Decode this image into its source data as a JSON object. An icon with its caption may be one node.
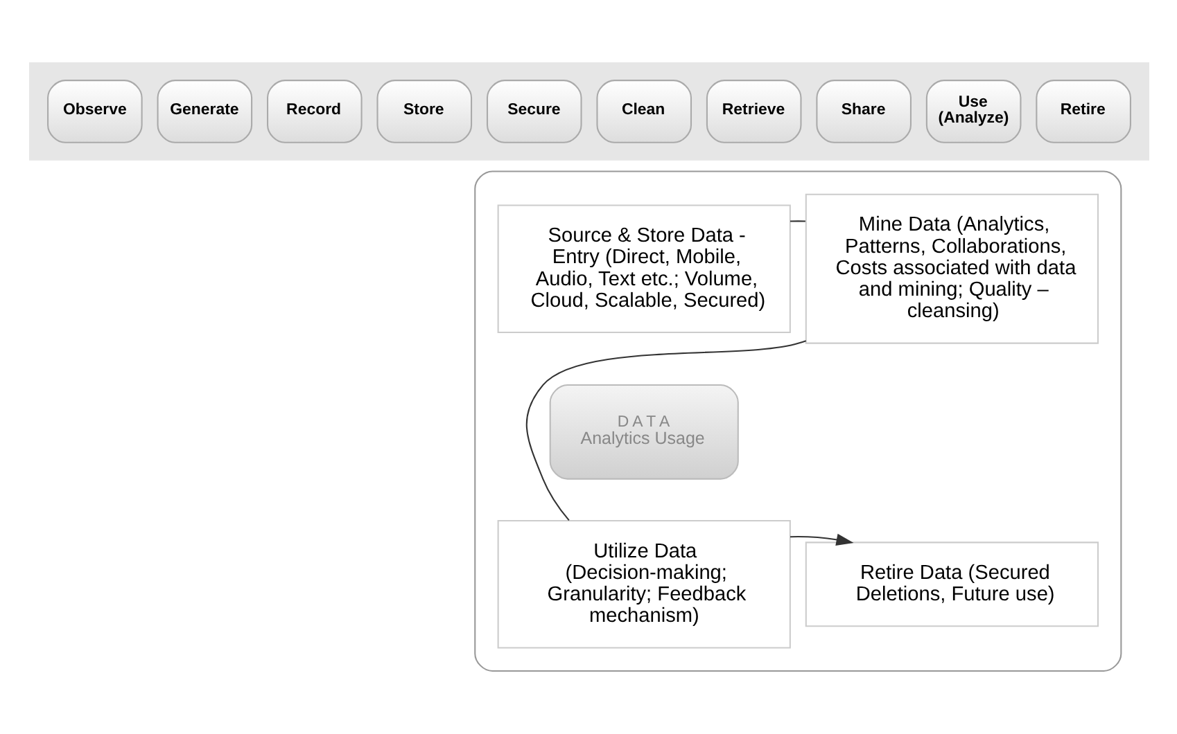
{
  "diagram": {
    "nodes": [
      {
        "text": [],
        "shape": "arrow"
      },
      {
        "text": [
          "Observe"
        ],
        "in": 0
      },
      {
        "text": [
          "Generate"
        ],
        "in": 0
      },
      {
        "text": [
          "Record"
        ],
        "in": 0
      },
      {
        "text": [
          "Store"
        ],
        "in": 0
      },
      {
        "text": [
          "Secure"
        ],
        "in": 0
      },
      {
        "text": [
          "Clean"
        ],
        "in": 0
      },
      {
        "text": [
          "Retrieve"
        ],
        "in": 0
      },
      {
        "text": [
          "Share"
        ],
        "in": 0
      },
      {
        "text": [
          "Use (Analyze)"
        ],
        "in": 0
      },
      {
        "text": [
          "Retire"
        ],
        "in": 0
      },
      {
        "text": [],
        "shape": "box"
      },
      {
        "text": [
          "Source & Store Data - Entry (Direct, Mobile, Audio, Text etc.; Volume, Cloud, Scalable, Secured)"
        ],
        "in": 11
      },
      {
        "text": [
          "Mine Data (Analytics, Patterns, Collaborations, Costs associated with data and mining; Quality – cleansing)"
        ],
        "in": 11
      },
      {
        "text": [
          "D A T A",
          "Analytics Usage"
        ],
        "in": 11
      },
      {
        "text": [
          "Utilize Data (Decision-making; Granularity; Feedback mechanism)"
        ],
        "in": 11
      },
      {
        "text": [
          "Retire Data (Secured Deletions, Future use)"
        ],
        "in": 11
      }
    ],
    "edges": [
      {
        "from": 12,
        "to": 13,
        "arrow": "none"
      },
      {
        "from": 13,
        "to": 15,
        "arrow": "none"
      },
      {
        "from": 15,
        "to": 16,
        "arrow": "to"
      }
    ]
  }
}
